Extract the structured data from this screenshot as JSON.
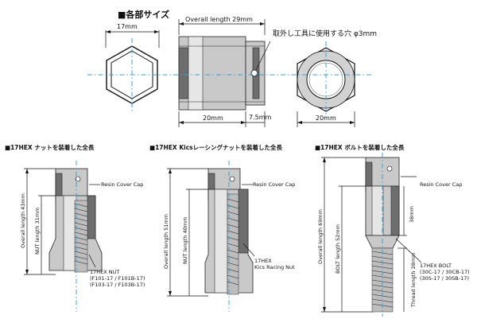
{
  "section_title": "■各部サイズ",
  "top": {
    "overall_length": "Overall length 29mm",
    "hex_size": "17mm",
    "hole_note": "取外し工具に使用する穴 φ3mm",
    "dim_20a": "20mm",
    "dim_75": "7.5mm",
    "dim_20b": "20mm"
  },
  "panels": {
    "nut": {
      "heading": "■17HEX ナットを装着した全長",
      "overall": "Overall length 43mm",
      "nut_len": "NUT length 31mm",
      "cap": "Resin Cover Cap",
      "name1": "17HEX NUT",
      "name2": "(F101-17 / F101B-17)",
      "name3": "(F103-17 / F103B-17)"
    },
    "kics": {
      "heading": "■17HEX Kicsレーシングナットを装着した全長",
      "overall": "Overall length 51mm",
      "nut_len": "NUT length 40mm",
      "cap": "Resin Cover Cap",
      "name1": "17HEX",
      "name2": "Kics Racing Nut"
    },
    "bolt": {
      "heading": "■17HEX ボルトを装着した全長",
      "overall": "Overall length 69mm",
      "bolt_len": "BOLT length 52mm",
      "head_len": "38mm",
      "thread_len": "Thread length 28mm",
      "cap": "Resin Cover Cap",
      "name1": "17HEX BOLT",
      "name2": "(30C-17 / 30CB-17)",
      "name3": "(30S-17 / 30SB-17)"
    }
  }
}
